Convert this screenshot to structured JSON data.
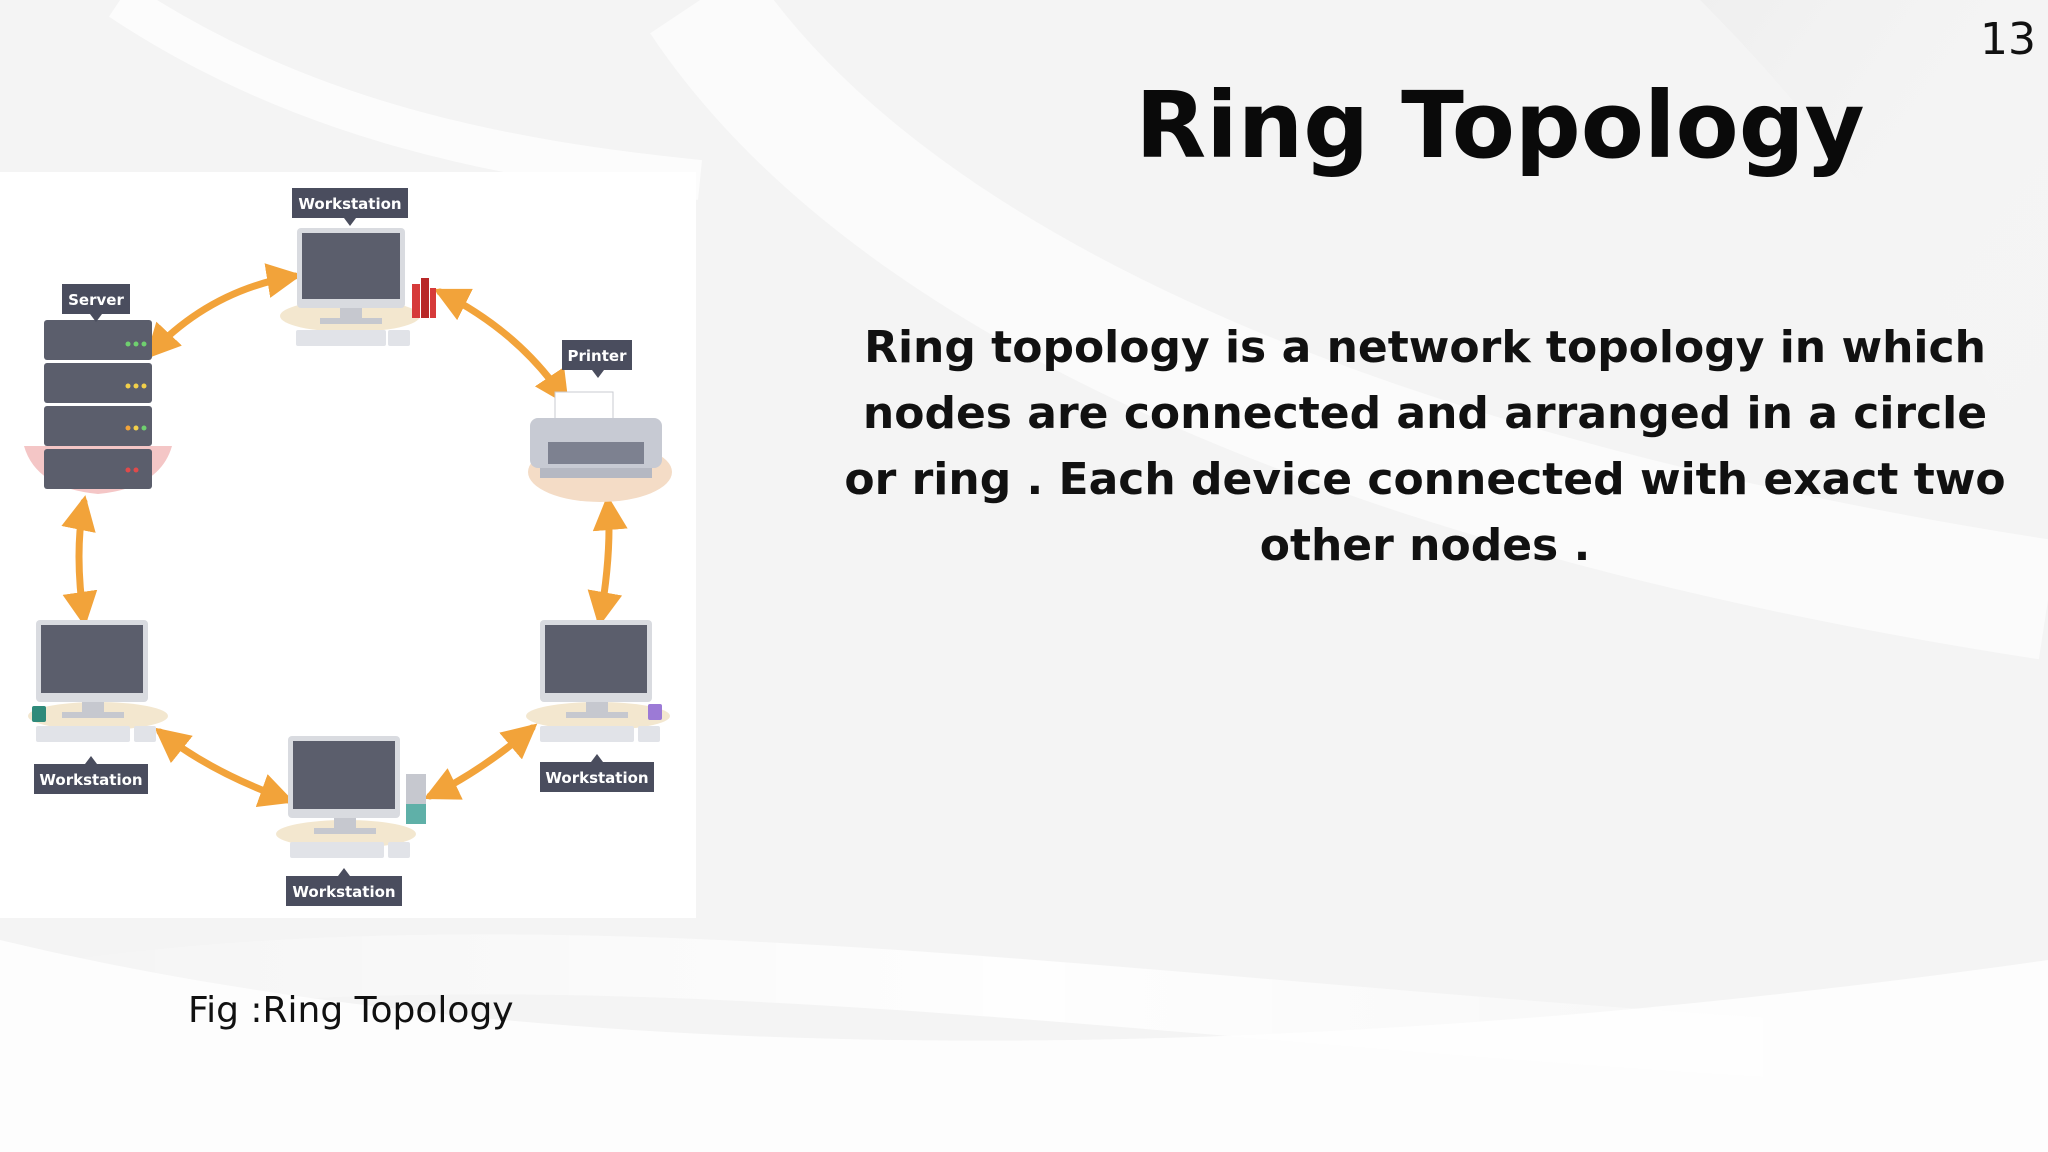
{
  "slide": {
    "page_number": "13",
    "title": "Ring Topology",
    "description": "Ring topology is a network topology in which nodes are connected and arranged in a circle or ring . Each device connected with exact two other nodes .",
    "caption": "Fig :Ring  Topology"
  },
  "diagram": {
    "nodes": [
      {
        "id": "workstation-top",
        "label": "Workstation",
        "kind": "workstation"
      },
      {
        "id": "printer",
        "label": "Printer",
        "kind": "printer"
      },
      {
        "id": "workstation-right",
        "label": "Workstation",
        "kind": "workstation"
      },
      {
        "id": "workstation-bottom",
        "label": "Workstation",
        "kind": "workstation"
      },
      {
        "id": "workstation-left",
        "label": "Workstation",
        "kind": "workstation"
      },
      {
        "id": "server",
        "label": "Server",
        "kind": "server"
      }
    ],
    "edges": [
      {
        "from": "workstation-top",
        "to": "printer",
        "bidirectional": true
      },
      {
        "from": "printer",
        "to": "workstation-right",
        "bidirectional": true
      },
      {
        "from": "workstation-right",
        "to": "workstation-bottom",
        "bidirectional": true
      },
      {
        "from": "workstation-bottom",
        "to": "workstation-left",
        "bidirectional": true
      },
      {
        "from": "workstation-left",
        "to": "server",
        "bidirectional": true
      },
      {
        "from": "server",
        "to": "workstation-top",
        "bidirectional": true
      }
    ],
    "colors": {
      "arrow": "#f2a33a",
      "label_bg": "#4a4d5e",
      "monitor": "#5b5e6c",
      "desk": "#f3e7cf"
    }
  }
}
